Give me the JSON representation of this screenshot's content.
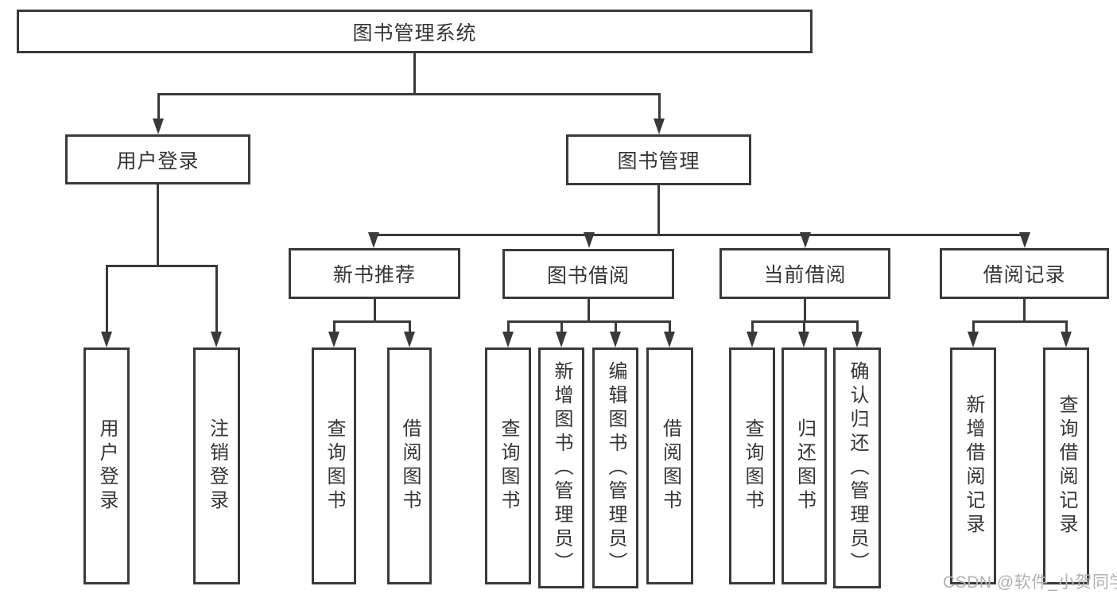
{
  "colors": {
    "line": "#3a3a3a",
    "text": "#353535",
    "box_background": "#ffffff",
    "watermark": "#b2b2b2"
  },
  "diagram": {
    "root": {
      "label": "图书管理系统"
    },
    "level2": [
      {
        "label": "用户登录"
      },
      {
        "label": "图书管理"
      }
    ],
    "level3": [
      {
        "label": "新书推荐"
      },
      {
        "label": "图书借阅"
      },
      {
        "label": "当前借阅"
      },
      {
        "label": "借阅记录"
      }
    ],
    "leaves": [
      {
        "label": "用户登录"
      },
      {
        "label": "注销登录"
      },
      {
        "label": "查询图书"
      },
      {
        "label": "借阅图书"
      },
      {
        "label": "查询图书"
      },
      {
        "label": "新增图书（管理员）"
      },
      {
        "label": "编辑图书（管理员）"
      },
      {
        "label": "借阅图书"
      },
      {
        "label": "查询图书"
      },
      {
        "label": "归还图书"
      },
      {
        "label": "确认归还（管理员）"
      },
      {
        "label": "新增借阅记录"
      },
      {
        "label": "查询借阅记录"
      }
    ],
    "watermark": "CSDN @软件_小贺同学"
  }
}
